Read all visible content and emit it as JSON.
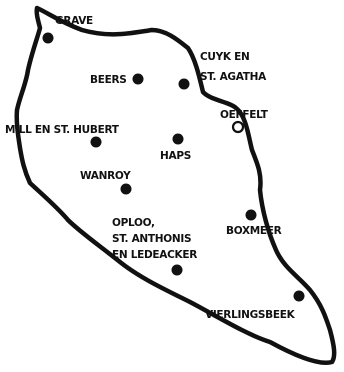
{
  "colors": {
    "ink": "#111111",
    "background": "#ffffff"
  },
  "map": {
    "places": [
      {
        "id": "grave",
        "lines": [
          "GRAVE"
        ],
        "marker": "dot"
      },
      {
        "id": "beers",
        "lines": [
          "BEERS"
        ],
        "marker": "dot"
      },
      {
        "id": "cuyk",
        "lines": [
          "CUYK EN",
          "ST. AGATHA"
        ],
        "marker": "dot"
      },
      {
        "id": "oeffelt",
        "lines": [
          "OEFFELT"
        ],
        "marker": "ring"
      },
      {
        "id": "mill",
        "lines": [
          "MILL EN ST. HUBERT"
        ],
        "marker": "dot"
      },
      {
        "id": "haps",
        "lines": [
          "HAPS"
        ],
        "marker": "dot"
      },
      {
        "id": "wanroy",
        "lines": [
          "WANROY"
        ],
        "marker": "dot"
      },
      {
        "id": "oploo",
        "lines": [
          "OPLOO,",
          "ST. ANTHONIS",
          "EN LEDEACKER"
        ],
        "marker": "dot"
      },
      {
        "id": "boxmeer",
        "lines": [
          "BOXMEER"
        ],
        "marker": "dot"
      },
      {
        "id": "vierlingsbeek",
        "lines": [
          "VIERLINGSBEEK"
        ],
        "marker": "dot"
      }
    ]
  }
}
